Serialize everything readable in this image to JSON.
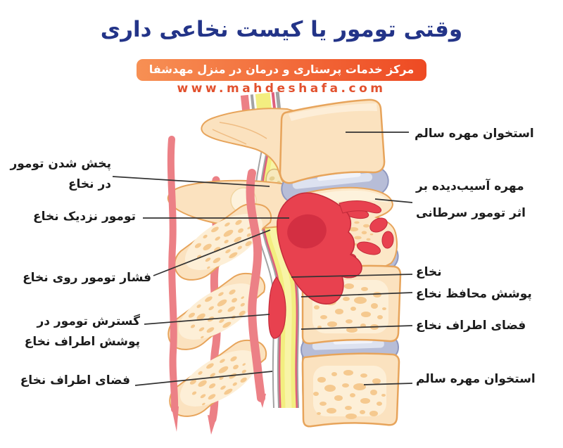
{
  "header": {
    "title": "وقتی تومور یا کیست نخاعی داری",
    "title_color": "#233488",
    "badge": {
      "text": "مرکز خدمات  پرستاری و درمان در منزل مهدشفا",
      "bg_from": "#f79054",
      "bg_to": "#ee4a23",
      "text_color": "#ffffff"
    },
    "website": "www.mahdeshafa.com",
    "website_color": "#e2512e"
  },
  "labels": {
    "left": [
      {
        "text": "پخش شدن تومور\nدر نخاع"
      },
      {
        "text": "تومور نزدیک نخاع"
      },
      {
        "text": "فشار تومور روی نخاع"
      },
      {
        "text": "گسترش تومور در\nپوشش اطراف نخاع"
      },
      {
        "text": "فضای اطراف نخاع"
      }
    ],
    "right": [
      {
        "text": "استخوان مهره سالم"
      },
      {
        "text": "مهره آسیب‌دیده بر\nاثر تومور سرطانی"
      },
      {
        "text": "نخاع"
      },
      {
        "text": "پوشش محافظ نخاع"
      },
      {
        "text": "فضای اطراف نخاع"
      },
      {
        "text": "استخوان مهره سالم"
      }
    ]
  },
  "illustration": {
    "parts": [
      "healthy-vertebra",
      "damaged-vertebra",
      "intervertebral-disc",
      "tumor-mass",
      "spinal-cord",
      "cord-protective-layers",
      "artery",
      "tumor-in-cord"
    ],
    "colors": {
      "bone": "#fbe2bf",
      "bone_outline": "#e7a45b",
      "bone_light": "#fdf0da",
      "bone_speckle": "#f5c98f",
      "disc": "#b7bdd7",
      "disc_outline": "#8f98bf",
      "disc_light": "#dde2f0",
      "tumor": "#e8414f",
      "tumor_dark": "#d02e40",
      "tumor_outline": "#c22b3a",
      "cord_yellow": "#f3ee80",
      "dura_gray": "#a3a3a3",
      "pia_pink": "#df5f7b",
      "artery": "#ec8086",
      "cyst_cream": "#f7e9bd",
      "leader_line": "#333333"
    }
  }
}
